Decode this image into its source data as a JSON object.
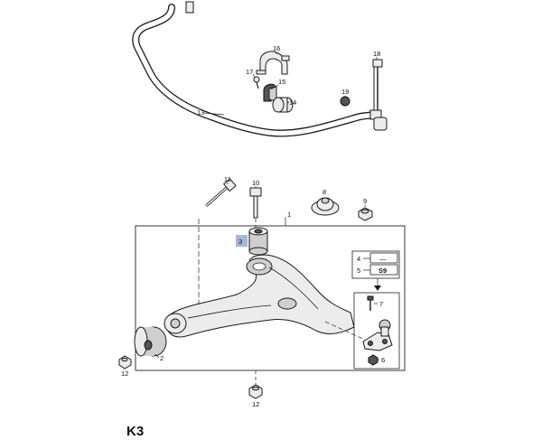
{
  "labels": {
    "p1": "1",
    "p2": "2",
    "p3": "3",
    "p4": "4",
    "p5": "5",
    "p6": "6",
    "p7": "7",
    "p9": "9",
    "p10": "10",
    "p11": "11",
    "p12a": "12",
    "p12b": "12",
    "p13": "13",
    "p14": "14",
    "p15": "15",
    "p16": "16",
    "p17": "17",
    "p18": "18",
    "p19": "19"
  },
  "legend": {
    "row4_num": "4",
    "row4_code": "—",
    "row5_num": "5",
    "row5_code": "S9"
  },
  "section_code": "K3",
  "colors": {
    "ink": "#1a1a1a",
    "part_fill": "#ececec",
    "highlight": "#a9b6d8"
  }
}
